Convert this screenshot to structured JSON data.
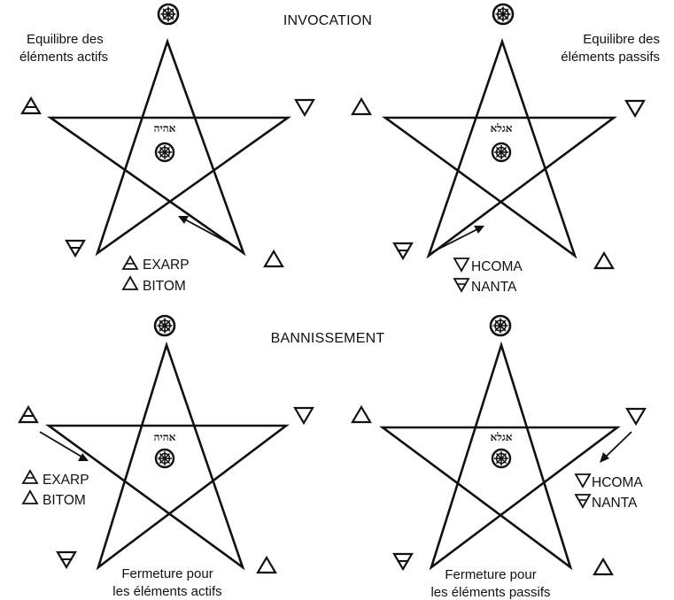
{
  "headings": {
    "invocation": "INVOCATION",
    "banishing": "BANNISSEMENT"
  },
  "notes": {
    "active_balance_1": "Equilibre des",
    "active_balance_2": "éléments actifs",
    "passive_balance_1": "Equilibre des",
    "passive_balance_2": "éléments passifs",
    "active_closing_1": "Fermeture pour",
    "active_closing_2": "les éléments actifs",
    "passive_closing_1": "Fermeture pour",
    "passive_closing_2": "les éléments passifs"
  },
  "words": {
    "exarp": "EXARP",
    "bitom": "BITOM",
    "hcoma": "HCOMA",
    "nanta": "NANTA"
  },
  "divine_names": {
    "active": "אהיה",
    "passive": "אגלא"
  },
  "symbols": {
    "spirit": "spirit-wheel",
    "fire": "triangle-up",
    "air": "triangle-up-barred",
    "water": "triangle-down",
    "earth": "triangle-down-barred"
  }
}
